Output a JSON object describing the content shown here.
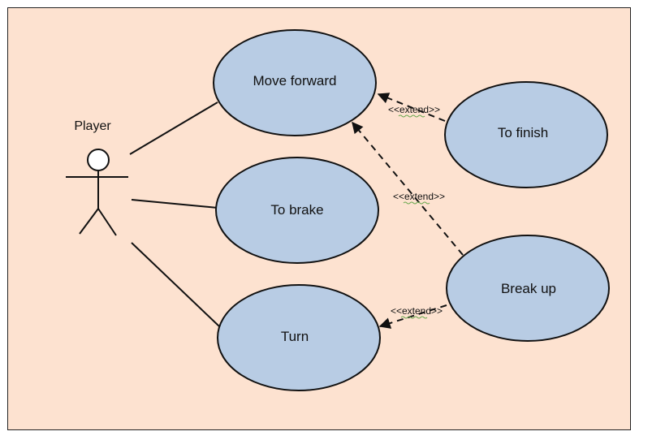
{
  "colors": {
    "background": "#fde2d0",
    "frame_border": "#222222",
    "usecase_fill": "#b8cce4",
    "usecase_stroke": "#111111",
    "line": "#111111",
    "squiggle": "#6aa84f"
  },
  "actor": {
    "label": "Player"
  },
  "use_cases": {
    "move_forward": "Move forward",
    "to_brake": "To brake",
    "turn": "Turn",
    "to_finish": "To finish",
    "break_up": "Break up"
  },
  "relations": {
    "finish_extends_move": "<<extend>>",
    "breakup_extends_move": "<<extend>>",
    "breakup_extends_turn": "<<extend>>"
  }
}
